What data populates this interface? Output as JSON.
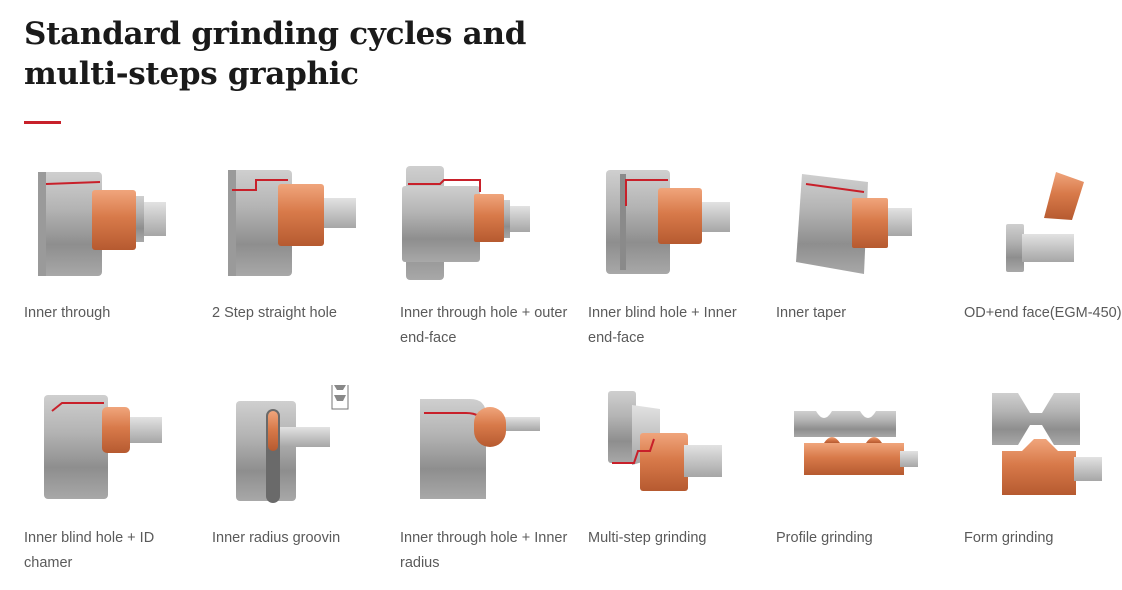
{
  "page": {
    "title_line1": "Standard grinding cycles and",
    "title_line2": "multi-steps graphic"
  },
  "colors": {
    "accent": "#c8202a",
    "copper": "#d87a4a",
    "steel": "#a0a0a0"
  },
  "cycles": [
    {
      "label": "Inner through",
      "icon": "inner-through-diagram"
    },
    {
      "label": "2 Step straight hole",
      "icon": "two-step-straight-hole-diagram"
    },
    {
      "label": "Inner through hole + outer end-face",
      "icon": "inner-through-outer-end-face-diagram"
    },
    {
      "label": "Inner blind hole + Inner end-face",
      "icon": "inner-blind-hole-inner-end-face-diagram"
    },
    {
      "label": "Inner taper",
      "icon": "inner-taper-diagram"
    },
    {
      "label": "OD+end face(EGM-450)",
      "icon": "od-end-face-diagram"
    },
    {
      "label": "Inner blind hole + ID chamer",
      "icon": "inner-blind-hole-id-chamfer-diagram"
    },
    {
      "label": "Inner radius groovin",
      "icon": "inner-radius-groove-diagram"
    },
    {
      "label": "Inner through hole + Inner radius",
      "icon": "inner-through-inner-radius-diagram"
    },
    {
      "label": "Multi-step grinding",
      "icon": "multi-step-grinding-diagram"
    },
    {
      "label": "Profile grinding",
      "icon": "profile-grinding-diagram"
    },
    {
      "label": "Form grinding",
      "icon": "form-grinding-diagram"
    }
  ]
}
